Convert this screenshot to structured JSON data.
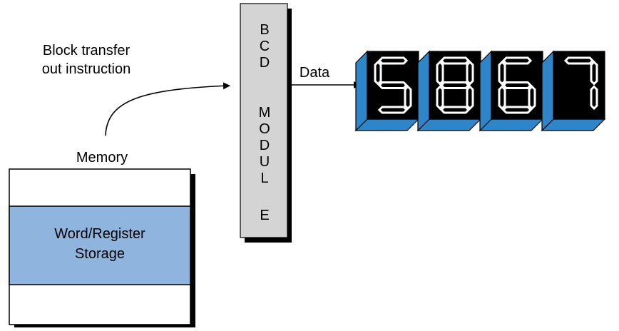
{
  "instruction_label": [
    "Block transfer",
    "out instruction"
  ],
  "memory": {
    "label": "Memory",
    "storage_label": [
      "Word/Register",
      "Storage"
    ],
    "storage_color": "#8fb4dd"
  },
  "module": {
    "letters": [
      "B",
      "C",
      "D",
      "",
      "M",
      "O",
      "D",
      "U",
      "L",
      "E"
    ],
    "color": "#d4d4d4"
  },
  "data_label": "Data",
  "display": {
    "digits": [
      "5",
      "8",
      "6",
      "7"
    ],
    "face_color": "#000000",
    "bevel_color": "#2e86c8",
    "segment_color": "#ffffff"
  }
}
